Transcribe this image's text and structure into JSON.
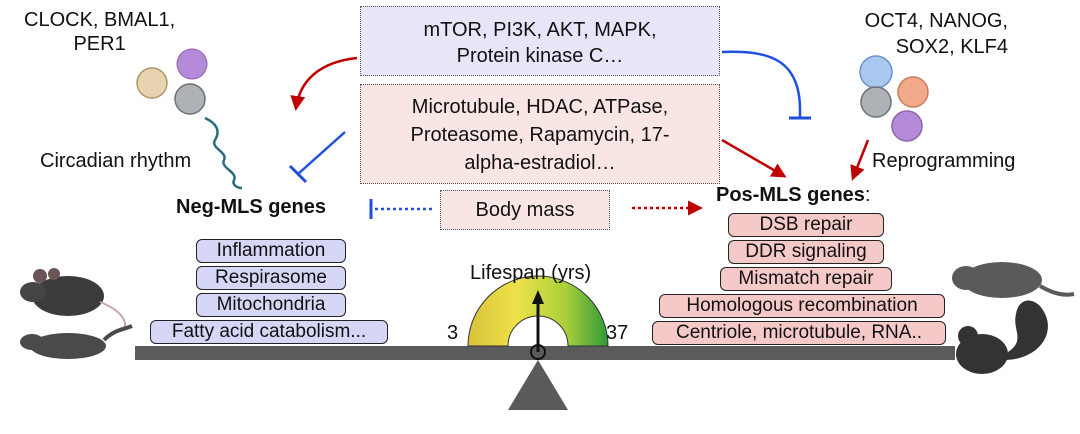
{
  "top_center_box": {
    "line1": "mTOR, PI3K, AKT, MAPK,",
    "line2": "Protein kinase C…"
  },
  "middle_center_box": {
    "line1": "Microtubule, HDAC, ATPase,",
    "line2": "Proteasome, Rapamycin, 17-",
    "line3": "alpha-estradiol…"
  },
  "body_mass_label": "Body mass",
  "left_genes": {
    "line1": "CLOCK, BMAL1,",
    "line2": "PER1"
  },
  "right_genes": {
    "line1": "OCT4, NANOG,",
    "line2": "SOX2, KLF4"
  },
  "circadian_label": "Circadian rhythm",
  "reprogramming_label": "Reprogramming",
  "neg_mls": {
    "title": "Neg-MLS genes",
    "items": [
      "Inflammation",
      "Respirasome",
      "Mitochondria",
      "Fatty acid catabolism..."
    ]
  },
  "pos_mls": {
    "title": "Pos-MLS genes",
    "title_suffix": ":",
    "items": [
      "DSB repair",
      "DDR signaling",
      "Mismatch repair",
      "Homologous recombination",
      "Centriole, microtubule, RNA.."
    ]
  },
  "gauge": {
    "label": "Lifespan (yrs)",
    "min": "3",
    "max": "37"
  },
  "colors": {
    "activation": "#c00000",
    "inhibition": "#1f4fe0",
    "neg_fill": "#d6d6f6",
    "pos_fill": "#f6c9c9"
  }
}
